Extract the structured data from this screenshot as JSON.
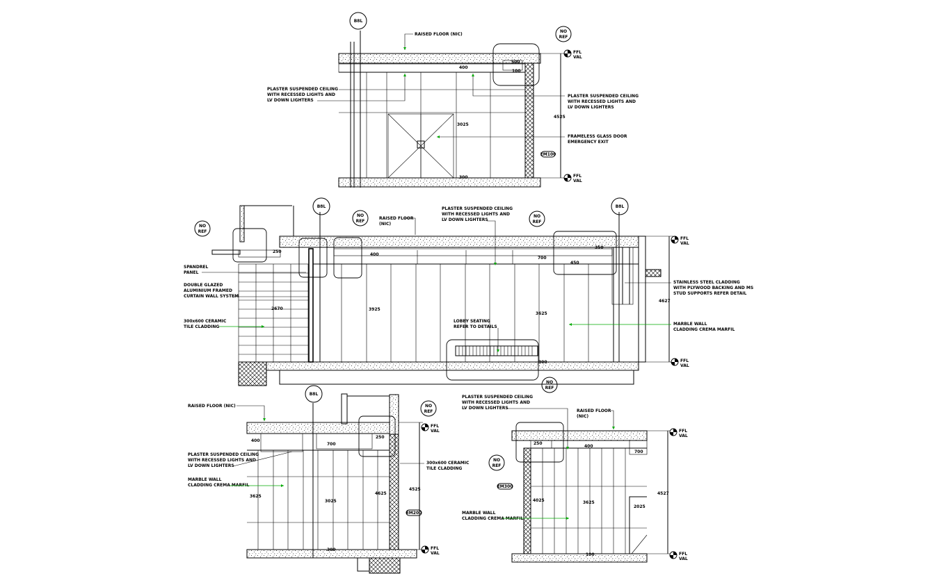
{
  "colors": {
    "linework": "#000000",
    "leader_arrows": "#00aa00",
    "background": "#ffffff"
  },
  "elevation_1": {
    "grid_bubble": "B8L",
    "raised_floor": "RAISED FLOOR (NIC)",
    "no_ref": [
      "NO",
      "REF"
    ],
    "ffl_top": [
      "FFL",
      "VAL"
    ],
    "ffl_bottom": [
      "FFL",
      "VAL"
    ],
    "dim_400": "400",
    "dim_500": "500",
    "dim_100": "100",
    "dim_ceiling": "3025",
    "dim_total": "4525",
    "dim_floor": "300",
    "ceiling_note_left": [
      "PLASTER SUSPENDED CEILING",
      "WITH RECESSED LIGHTS AND",
      "LV DOWN LIGHTERS"
    ],
    "ceiling_note_right": [
      "PLASTER SUSPENDED CEILING",
      "WITH RECESSED LIGHTS AND",
      "LV DOWN LIGHTERS"
    ],
    "door_note": [
      "FRAMELESS GLASS DOOR",
      "EMERGENCY EXIT"
    ],
    "tag": "EM100"
  },
  "elevation_2": {
    "grid_bubble_left": "B8L",
    "grid_bubble_right": "B8L",
    "no_ref_left": [
      "NO",
      "REF"
    ],
    "no_ref_mid": [
      "NO",
      "REF"
    ],
    "no_ref_right": [
      "NO",
      "REF"
    ],
    "no_ref_bottom": [
      "NO",
      "REF"
    ],
    "raised_floor": [
      "RAISED FLOOR",
      "(NIC)"
    ],
    "ceiling_note": [
      "PLASTER SUSPENDED CEILING",
      "WITH RECESSED LIGHTS AND",
      "LV DOWN LIGHTERS"
    ],
    "ffl_top": [
      "FFL",
      "VAL"
    ],
    "ffl_bottom": [
      "FFL",
      "VAL"
    ],
    "spandrel": [
      "SPANDREL",
      "PANEL"
    ],
    "curtain_wall": [
      "DOUBLE GLAZED",
      "ALUMINIUM FRAMED",
      "CURTAIN WALL SYSTEM"
    ],
    "tile": [
      "300x600 CERAMIC",
      "TILE CLADDING"
    ],
    "seating": [
      "LOBBY SEATING",
      "REFER TO DETAILS"
    ],
    "steel": [
      "STAINLESS STEEL CLADDING",
      "WITH PLYWOOD BACKING AND MS",
      "STUD SUPPORTS REFER DETAIL"
    ],
    "marble": [
      "MARBLE WALL",
      "CLADDING CREMA MARFIL"
    ],
    "dim_2670": "2670",
    "dim_3925": "3925",
    "dim_3625": "3625",
    "dim_4627": "4627",
    "dim_700": "700",
    "dim_250": "250",
    "dim_400": "400",
    "dim_450": "450",
    "dim_300": "300",
    "dim_350": "350"
  },
  "elevation_3": {
    "grid_bubble": "B8L",
    "raised_floor": "RAISED FLOOR (NIC)",
    "no_ref": [
      "NO",
      "REF"
    ],
    "ffl_top": [
      "FFL",
      "VAL"
    ],
    "ffl_bottom": [
      "FFL",
      "VAL"
    ],
    "ceiling_note": [
      "PLASTER SUSPENDED CEILING",
      "WITH RECESSED LIGHTS AND",
      "LV DOWN LIGHTERS"
    ],
    "marble": [
      "MARBLE WALL",
      "CLADDING CREMA MARFIL"
    ],
    "tile": [
      "300x600 CERAMIC",
      "TILE CLADDING"
    ],
    "dim_400": "400",
    "dim_700": "700",
    "dim_250": "250",
    "dim_3625": "3625",
    "dim_3025": "3025",
    "dim_4625": "4625",
    "dim_4525": "4525",
    "dim_300": "300",
    "tag": "EM200"
  },
  "elevation_4": {
    "raised_floor": [
      "RAISED FLOOR",
      "(NIC)"
    ],
    "ceiling_note": [
      "PLASTER SUSPENDED CEILING",
      "WITH RECESSED LIGHTS AND",
      "LV DOWN LIGHTERS"
    ],
    "no_ref": [
      "NO",
      "REF"
    ],
    "ffl_top": [
      "FFL",
      "VAL"
    ],
    "ffl_bottom": [
      "FFL",
      "VAL"
    ],
    "marble": [
      "MARBLE WALL",
      "CLADDING CREMA MARFIL"
    ],
    "dim_250": "250",
    "dim_400": "400",
    "dim_700": "700",
    "dim_4025": "4025",
    "dim_3625": "3625",
    "dim_4527": "4527",
    "dim_2025": "2025",
    "dim_100": "100",
    "tag": "EM300"
  }
}
